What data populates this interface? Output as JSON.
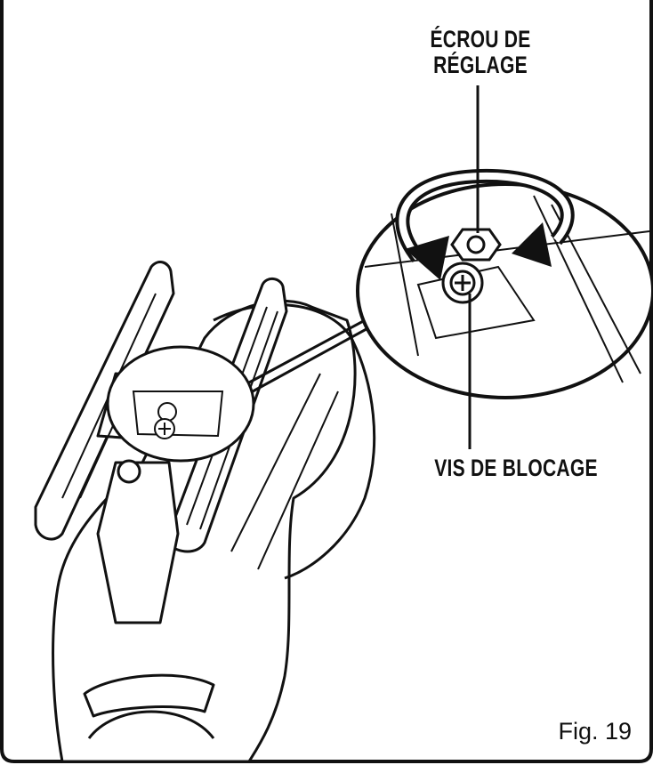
{
  "labels": {
    "adjust_nut_line1": "ÉCROU DE",
    "adjust_nut_line2": "RÉGLAGE",
    "lock_screw": "VIS DE BLOCAGE",
    "figure": "Fig. 19"
  }
}
